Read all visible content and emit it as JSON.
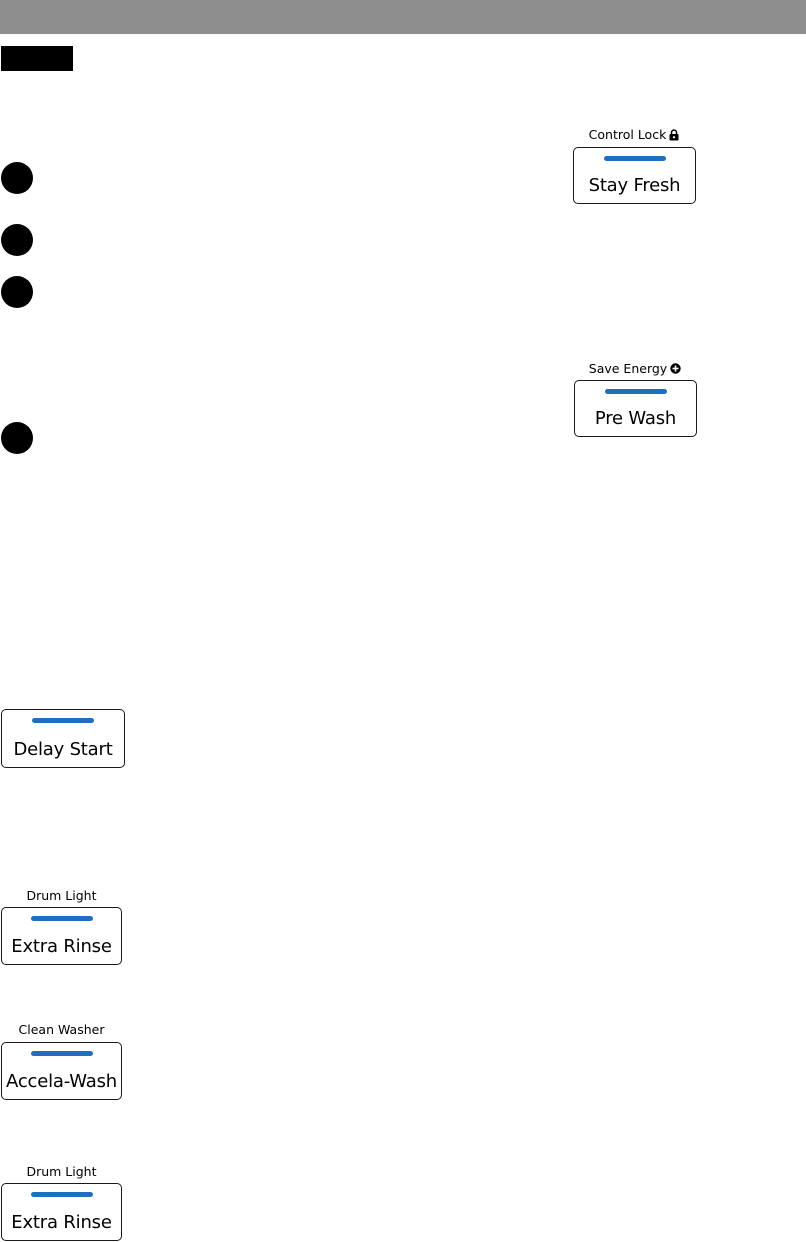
{
  "colors": {
    "header": "#8e8e8e",
    "tab": "#000000",
    "led": "#1f6fc1",
    "border": "#1a1a1a"
  },
  "panel_buttons": [
    {
      "caption": "Control Lock",
      "caption_icon": "lock-icon",
      "label": "Stay Fresh",
      "led": true
    },
    {
      "caption": "Save Energy",
      "caption_icon": "plus-circle-icon",
      "label": "Pre Wash",
      "led": true
    },
    {
      "caption": "",
      "label": "Delay Start",
      "led": true
    },
    {
      "caption": "Drum Light",
      "label": "Extra Rinse",
      "led": true
    },
    {
      "caption": "Clean Washer",
      "label": "Accela-Wash",
      "led": true
    },
    {
      "caption": "Drum Light",
      "label": "Extra Rinse",
      "led": true
    }
  ]
}
